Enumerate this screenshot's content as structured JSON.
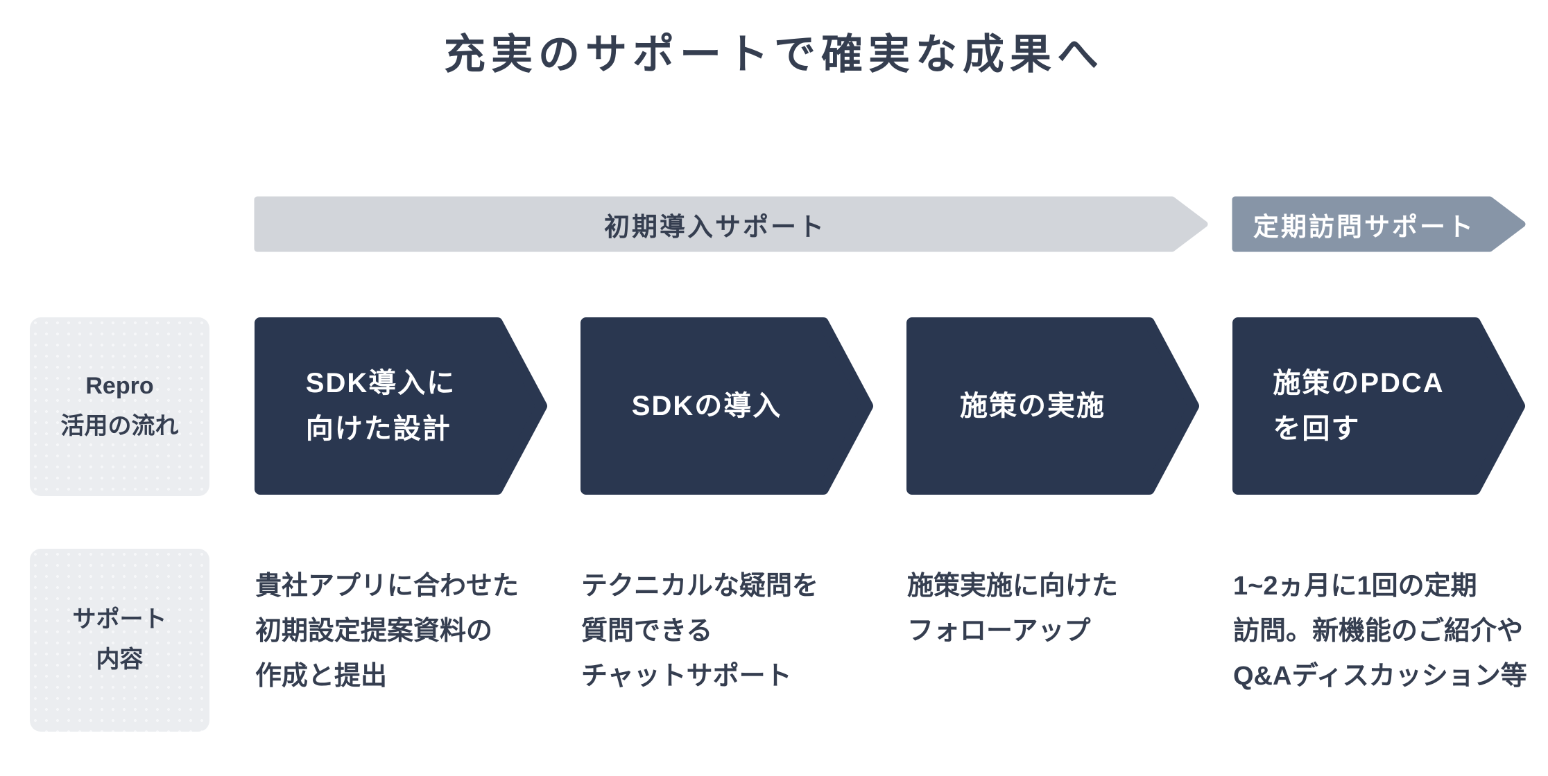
{
  "title": "充実のサポートで確実な成果へ",
  "phases": [
    {
      "label": "初期導入サポート"
    },
    {
      "label": "定期訪問サポート"
    }
  ],
  "flow_row": {
    "label": "Repro\n活用の流れ",
    "steps": [
      {
        "label": "SDK導入に\n向けた設計"
      },
      {
        "label": "SDKの導入"
      },
      {
        "label": "施策の実施"
      },
      {
        "label": "施策のPDCA\nを回す"
      }
    ]
  },
  "support_row": {
    "label": "サポート\n内容",
    "items": [
      {
        "text": "貴社アプリに合わせた\n初期設定提案資料の\n作成と提出"
      },
      {
        "text": "テクニカルな疑問を\n質問できる\nチャットサポート"
      },
      {
        "text": "施策実施に向けた\nフォローアップ"
      },
      {
        "text": "1~2ヵ月に1回の定期\n訪問。新機能のご紹介や\nQ&Aディスカッション等"
      }
    ]
  },
  "colors": {
    "navy": "#2a3750",
    "phase1_fill": "#d2d5da",
    "phase2_fill": "#8795a7",
    "label_box_bg": "#ebedf0",
    "text_dark": "#353e50",
    "text_white": "#ffffff"
  }
}
